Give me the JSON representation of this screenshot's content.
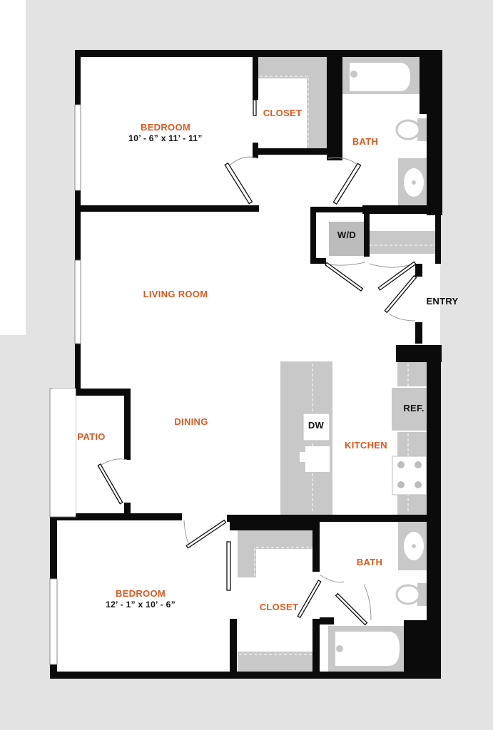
{
  "rooms": {
    "bedroom_top": {
      "name": "BEDROOM",
      "dims": "10’ - 6” x 11’ - 11”"
    },
    "closet_top": "CLOSET",
    "bath_top": "BATH",
    "wd": "W/D",
    "living": "LIVING ROOM",
    "entry": "ENTRY",
    "ref": "REF.",
    "dining": "DINING",
    "patio": "PATIO",
    "dw": "DW",
    "kitchen": "KITCHEN",
    "bedroom_bottom": {
      "name": "BEDROOM",
      "dims": "12’ - 1” x 10’ - 6”"
    },
    "bath_bottom": "BATH",
    "closet_bottom": "CLOSET"
  },
  "colors": {
    "room_label": "#e0581f",
    "wall": "#0b0b0b",
    "surround": "#e3e3e3",
    "fixture": "#c8c8c8"
  }
}
